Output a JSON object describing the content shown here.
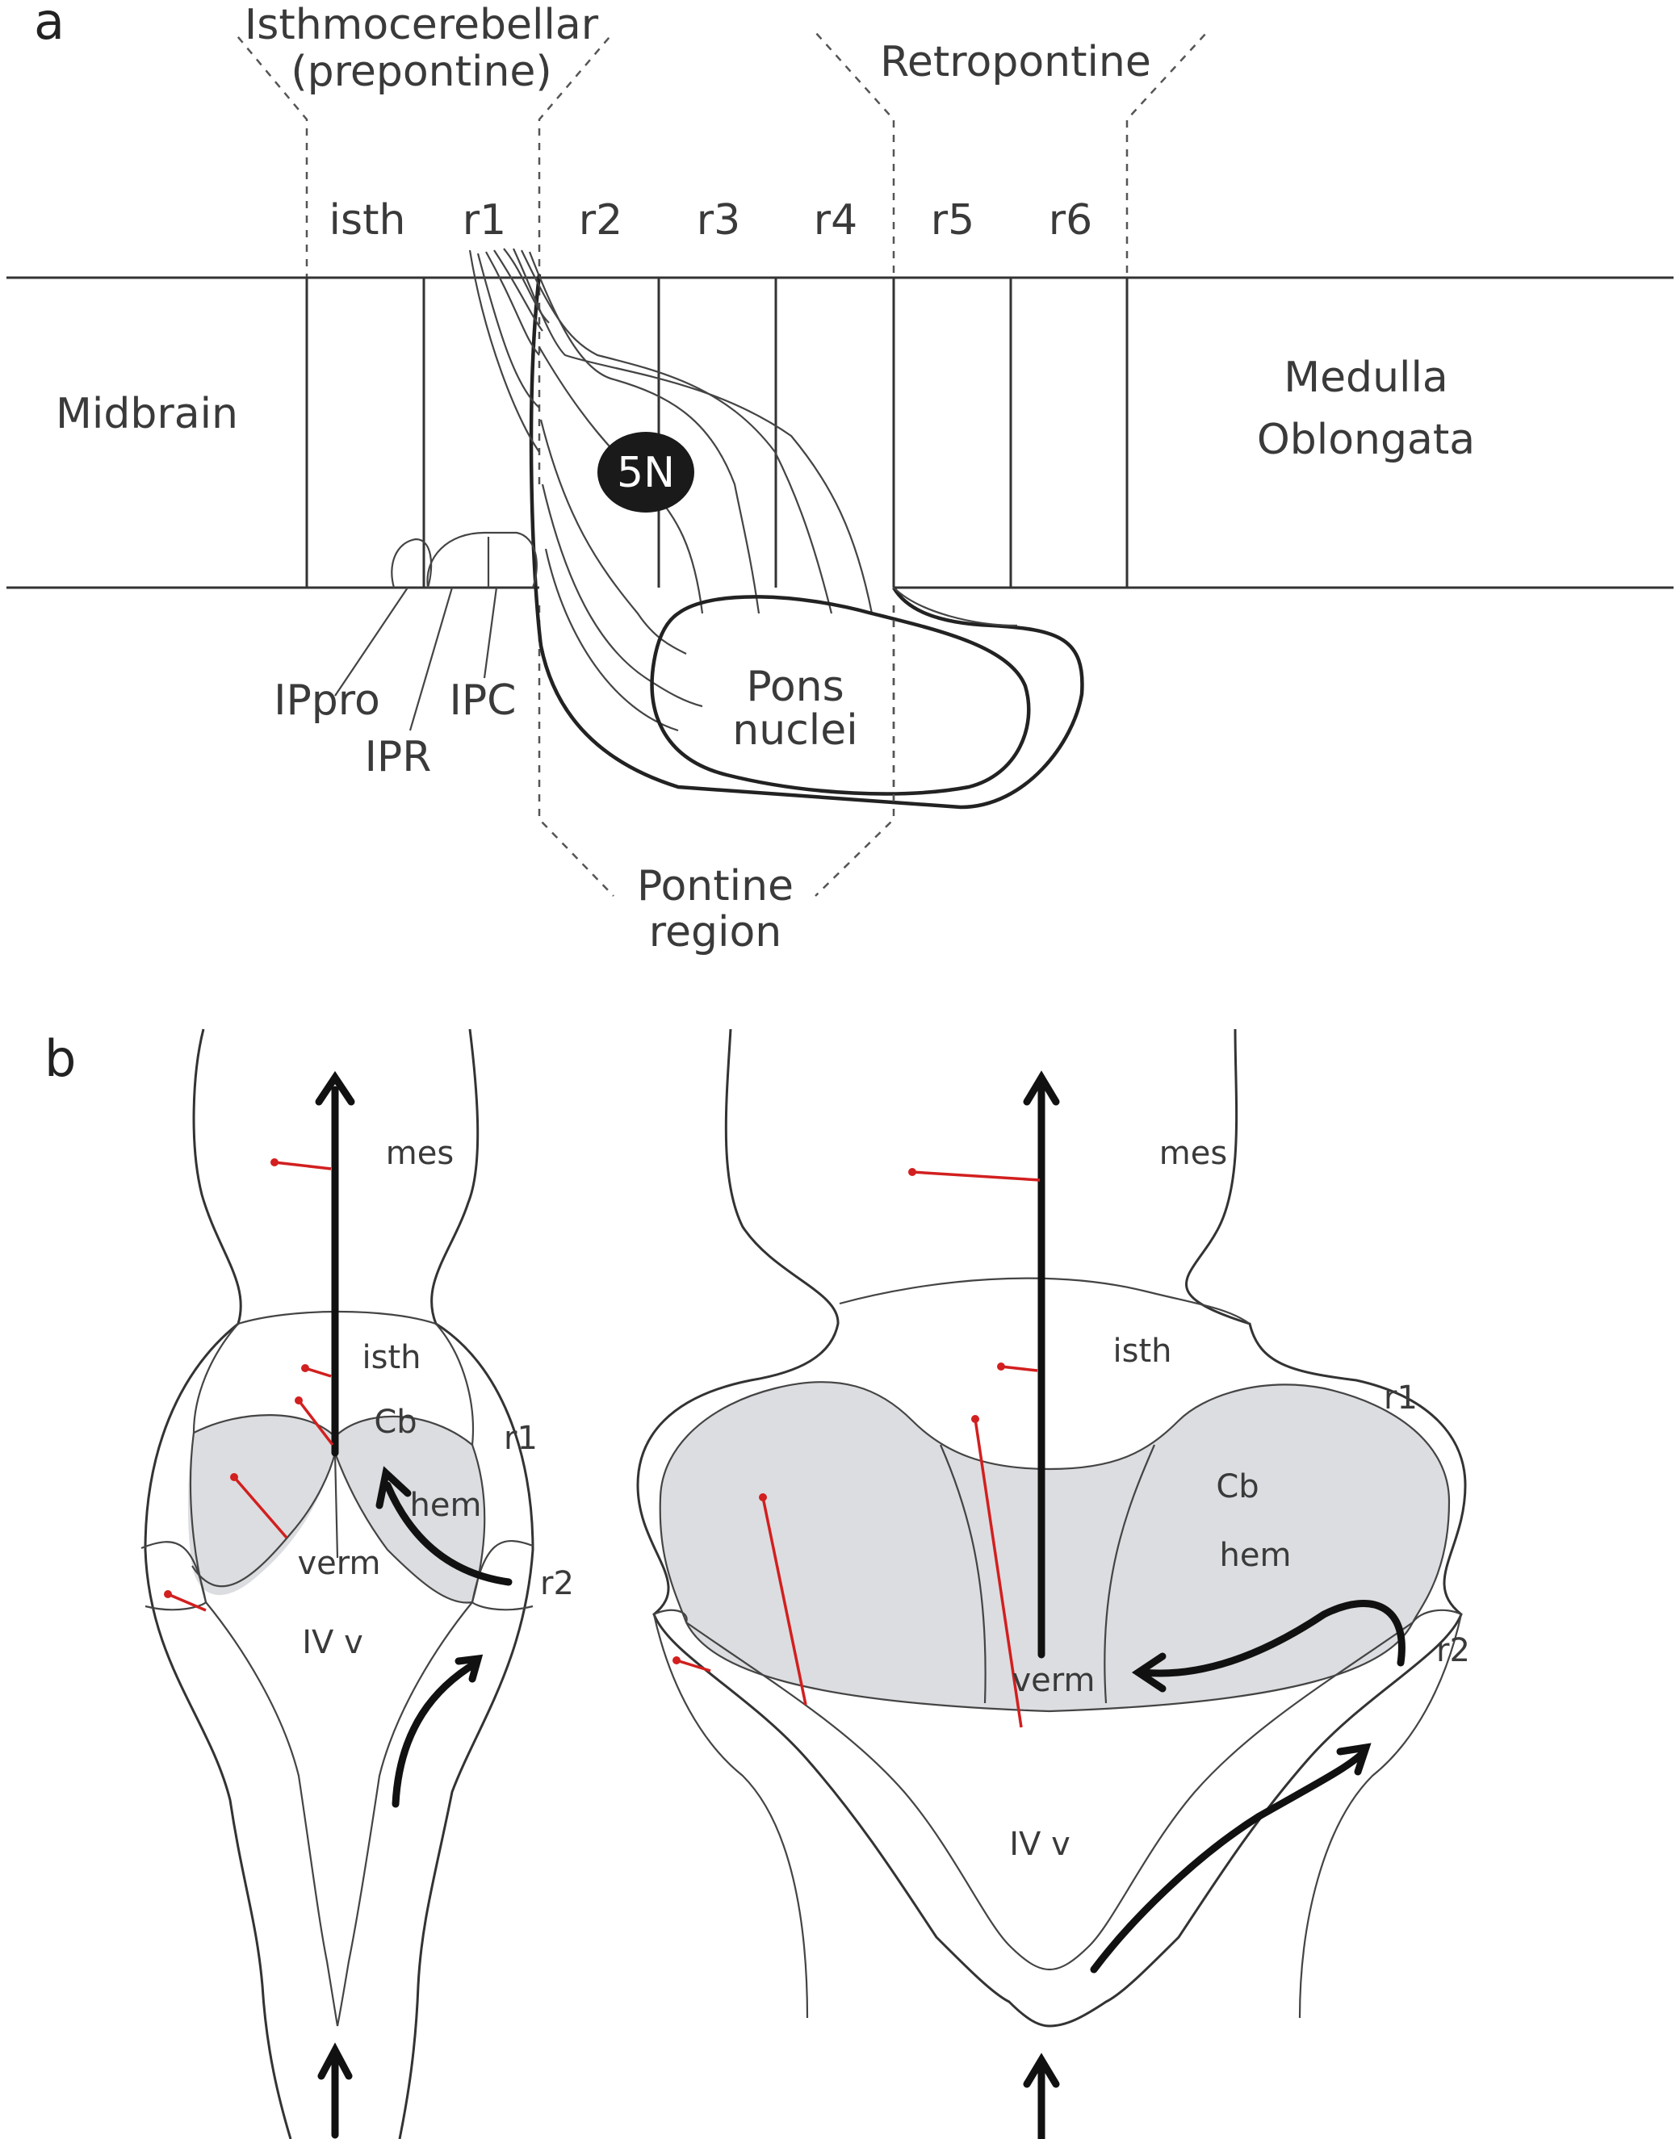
{
  "panel_a": {
    "letter": "a",
    "group_isthmo_line1": "Isthmocerebellar",
    "group_isthmo_line2": "(prepontine)",
    "group_retro": "Retropontine",
    "group_pontine_line1": "Pontine",
    "group_pontine_line2": "region",
    "segments": [
      "isth",
      "r1",
      "r2",
      "r3",
      "r4",
      "r5",
      "r6"
    ],
    "midbrain": "Midbrain",
    "medulla_line1": "Medulla",
    "medulla_line2": "Oblongata",
    "nucleus_5n": "5N",
    "pons_line1": "Pons",
    "pons_line2": "nuclei",
    "ippro": "IPpro",
    "ipr": "IPR",
    "ipc": "IPC"
  },
  "panel_b": {
    "letter": "b",
    "left": {
      "mes": "mes",
      "isth": "isth",
      "r1": "r1",
      "cb": "Cb",
      "hem": "hem",
      "verm": "verm",
      "r2": "r2",
      "ivv": "IV v"
    },
    "right": {
      "mes": "mes",
      "isth": "isth",
      "r1": "r1",
      "cb": "Cb",
      "hem": "hem",
      "verm": "verm",
      "r2": "r2",
      "ivv": "IV v"
    }
  }
}
